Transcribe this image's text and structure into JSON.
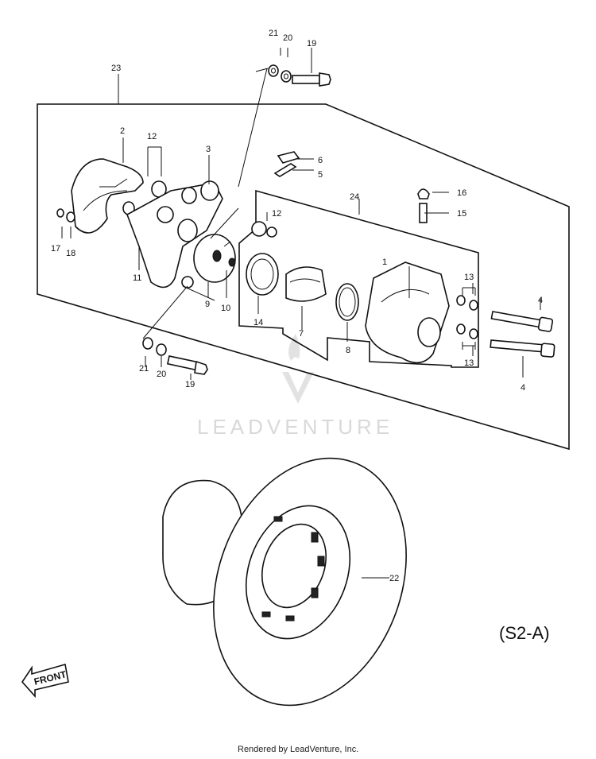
{
  "labels": {
    "p1": "1",
    "p2": "2",
    "p3": "3",
    "p4a": "4",
    "p4b": "4",
    "p5": "5",
    "p6": "6",
    "p7": "7",
    "p8": "8",
    "p9": "9",
    "p10": "10",
    "p11": "11",
    "p12a": "12",
    "p12b": "12",
    "p13a": "13",
    "p13b": "13",
    "p14": "14",
    "p15": "15",
    "p16": "16",
    "p17": "17",
    "p18": "18",
    "p19a": "19",
    "p19b": "19",
    "p20a": "20",
    "p20b": "20",
    "p21a": "21",
    "p21b": "21",
    "p22": "22",
    "p23": "23",
    "p24": "24"
  },
  "diagram_code": "(S2-A)",
  "front_tag": "FRONT",
  "watermark": "LEADVENTURE",
  "footer": "Rendered by LeadVenture, Inc."
}
